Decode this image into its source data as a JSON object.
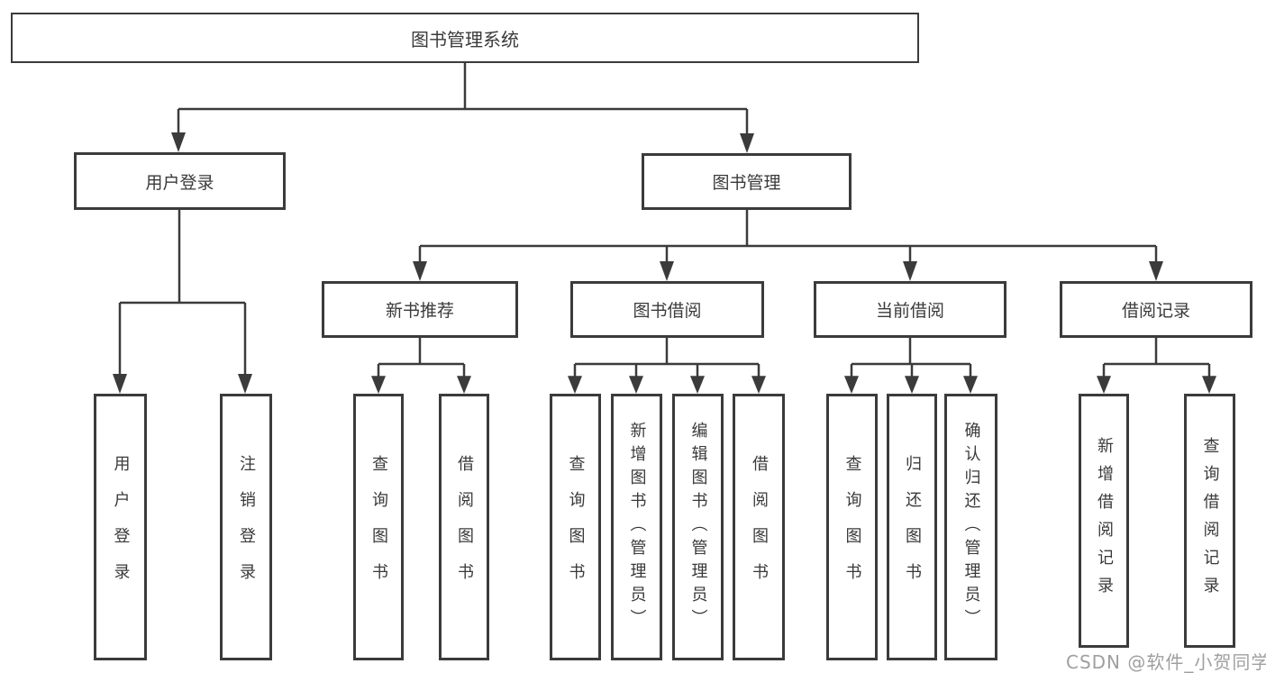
{
  "diagram": {
    "root": {
      "label": "图书管理系统"
    },
    "branches": [
      {
        "label": "用户登录",
        "children": [
          {
            "label": "用户登录"
          },
          {
            "label": "注销登录"
          }
        ]
      },
      {
        "label": "图书管理",
        "children": [
          {
            "label": "新书推荐",
            "children": [
              {
                "label": "查询图书"
              },
              {
                "label": "借阅图书"
              }
            ]
          },
          {
            "label": "图书借阅",
            "children": [
              {
                "label": "查询图书"
              },
              {
                "label": "新增图书（管理员）"
              },
              {
                "label": "编辑图书（管理员）"
              },
              {
                "label": "借阅图书"
              }
            ]
          },
          {
            "label": "当前借阅",
            "children": [
              {
                "label": "查询图书"
              },
              {
                "label": "归还图书"
              },
              {
                "label": "确认归还（管理员）"
              }
            ]
          },
          {
            "label": "借阅记录",
            "children": [
              {
                "label": "新增借阅记录"
              },
              {
                "label": "查询借阅记录"
              }
            ]
          }
        ]
      }
    ]
  },
  "watermark": "CSDN @软件_小贺同学",
  "colors": {
    "line": "#3b3b3b",
    "text": "#3a3a3a",
    "watermark": "#9f9f9f",
    "background": "#ffffff"
  }
}
